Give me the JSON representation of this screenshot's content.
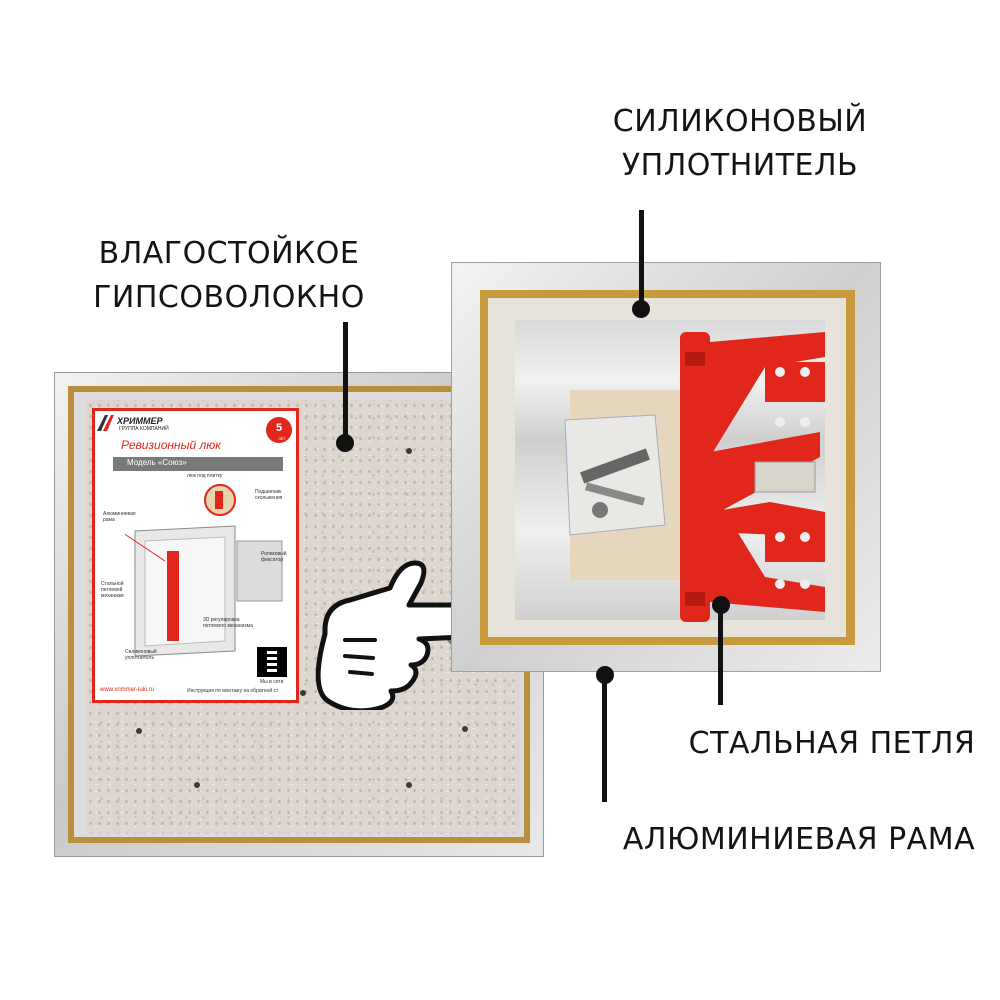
{
  "callouts": {
    "gypsum_line1": "ВЛАГОСТОЙКОЕ",
    "gypsum_line2": "ГИПСОВОЛОКНО",
    "seal_line1": "СИЛИКОНОВЫЙ",
    "seal_line2": "УПЛОТНИТЕЛЬ",
    "hinge": "СТАЛЬНАЯ ПЕТЛЯ",
    "frame": "АЛЮМИНИЕВАЯ РАМА"
  },
  "card": {
    "logo": "ХРИММЕР",
    "logo_sub": "ГРУППА КОМПАНИЙ",
    "title": "Ревизионный люк",
    "badge": "5",
    "badge_sub": "ЛЕТ",
    "model": "Модель «Союз»",
    "subtitle": "люк под плитку",
    "label_frame": "Алюминиевая рама",
    "label_hinge": "Стальной петлевой механизм",
    "label_seal": "Силиконовый уплотнитель",
    "label_bearings": "Подшипник скольжения",
    "label_fixator": "Роликовый фиксатор",
    "label_3d": "3D регулировка петлевого механизма",
    "url": "www.xrimmer-luki.ru",
    "instruction": "Инструкция по монтажу на обратной ст",
    "qr_label": "Мы в сети"
  },
  "colors": {
    "accent_red": "#e1261c",
    "gold_seal": "#c79a3e",
    "gypsum": "#dcd6cf",
    "text": "#141414"
  }
}
